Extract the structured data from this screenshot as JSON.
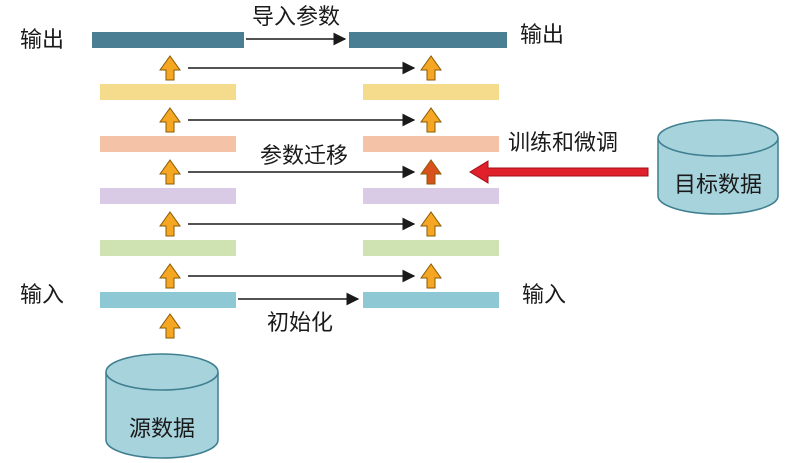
{
  "labels": {
    "top_label": "导入参数",
    "transfer_label": "参数迁移",
    "init_label": "初始化",
    "finetune_label": "训练和微调",
    "left_output": "输出",
    "left_input": "输入",
    "right_output": "输出",
    "right_input": "输入",
    "source_data": "源数据",
    "target_data": "目标数据"
  },
  "layer_colors": {
    "output": "#4a7e92",
    "yellow": "#f4dc8c",
    "salmon": "#f4c2a6",
    "lavender": "#d9cbe6",
    "green": "#cfe3b2",
    "input": "#8ec8d5"
  },
  "accent_colors": {
    "up_arrow": "#f5a623",
    "fine_tuned_arrow": "#d9521e",
    "red_arrow": "#e0202a",
    "cylinder_fill": "#a7d3dd",
    "cylinder_stroke": "#3f7f8f"
  },
  "icons": [
    "up-arrow-icon",
    "right-arrow-icon",
    "database-cylinder-icon"
  ]
}
